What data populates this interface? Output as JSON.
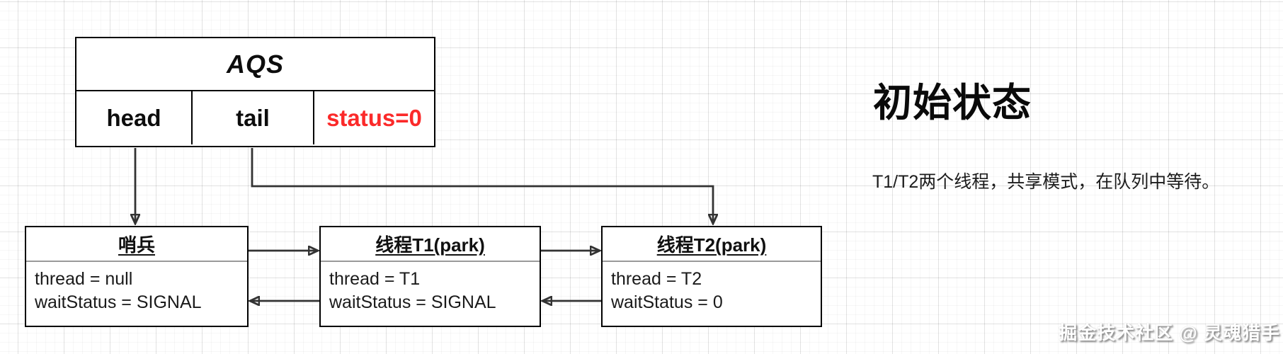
{
  "diagram": {
    "aqs": {
      "title": "AQS",
      "cells": [
        {
          "label": "head"
        },
        {
          "label": "tail"
        },
        {
          "label": "status=0",
          "style": "color:#fb2a2a"
        }
      ]
    },
    "nodes": [
      {
        "title": "哨兵",
        "lines": [
          "thread = null",
          "waitStatus = SIGNAL"
        ]
      },
      {
        "title": "线程T1(park)",
        "lines": [
          "thread = T1",
          "waitStatus = SIGNAL"
        ]
      },
      {
        "title": "线程T2(park)",
        "lines": [
          "thread = T2",
          "waitStatus = 0"
        ]
      }
    ],
    "edges": [
      "head -> 哨兵",
      "tail -> 线程T2(park)",
      "哨兵 -> 线程T1(park)",
      "线程T1(park) -> 线程T2(park)",
      "线程T1(park) -> 哨兵",
      "线程T2(park) -> 线程T1(park)"
    ]
  },
  "annotation": {
    "heading": "初始状态",
    "description": "T1/T2两个线程，共享模式，在队列中等待。"
  },
  "watermark": "掘金技术社区 @ 灵魂猎手",
  "colors": {
    "status_text": "#fb2a2a",
    "box_border": "#000000",
    "arrow": "#333333",
    "watermark_text": "#ffffff"
  }
}
